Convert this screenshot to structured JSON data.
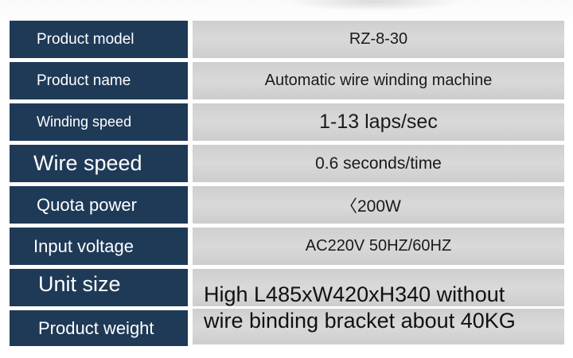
{
  "specs": [
    {
      "label": "Product model",
      "value": "RZ-8-30"
    },
    {
      "label": "Product name",
      "value": "Automatic wire winding machine"
    },
    {
      "label": "Winding speed",
      "value": "1-13 laps/sec"
    },
    {
      "label": "Wire speed",
      "value": "0.6 seconds/time"
    },
    {
      "label": "Quota power",
      "value": "〈200W"
    },
    {
      "label": "Input voltage",
      "value": "AC220V 50HZ/60HZ"
    },
    {
      "label": "Unit size"
    },
    {
      "label": "Product weight"
    }
  ],
  "merged_value": {
    "line1": "High L485xW420xH340 without",
    "line2": "wire binding bracket about 40KG"
  },
  "colors": {
    "label_bg": "#1f3a57",
    "value_bg": "#d4d4d4",
    "label_text": "#ffffff",
    "value_text": "#1a1a1a"
  }
}
